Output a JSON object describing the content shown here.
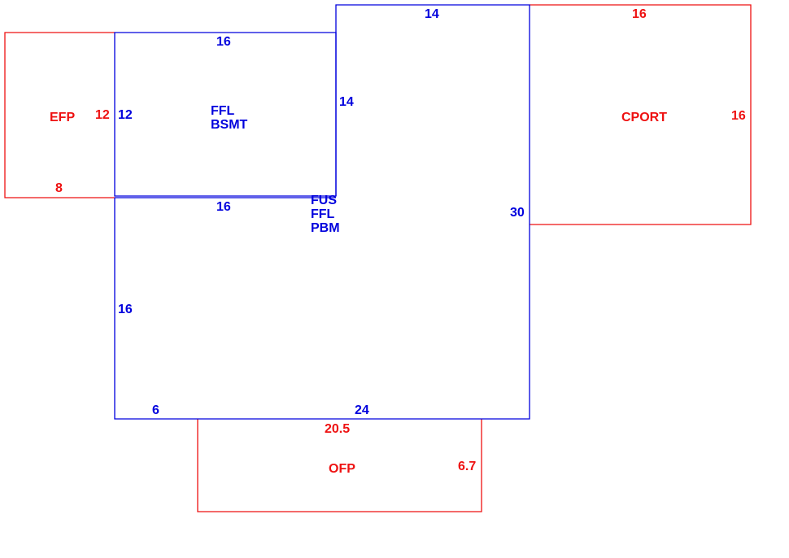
{
  "colors": {
    "living_area": "#0000dd",
    "outbuilding": "#ee1111"
  },
  "areas": [
    {
      "id": "basement",
      "type": "living",
      "labels": [
        "FFL",
        "BSMT"
      ],
      "dimensions": [
        "16",
        "12",
        "14",
        "16"
      ]
    },
    {
      "id": "main",
      "type": "living",
      "labels": [
        "FUS",
        "FFL",
        "PBM"
      ],
      "dimensions": [
        "14",
        "30",
        "24",
        "6",
        "16"
      ]
    },
    {
      "id": "efp",
      "type": "outbuilding",
      "labels": [
        "EFP"
      ],
      "dimensions": [
        "12",
        "8"
      ]
    },
    {
      "id": "cport",
      "type": "outbuilding",
      "labels": [
        "CPORT"
      ],
      "dimensions": [
        "16",
        "16"
      ]
    },
    {
      "id": "ofp",
      "type": "outbuilding",
      "labels": [
        "OFP"
      ],
      "dimensions": [
        "20.5",
        "6.7"
      ]
    }
  ]
}
